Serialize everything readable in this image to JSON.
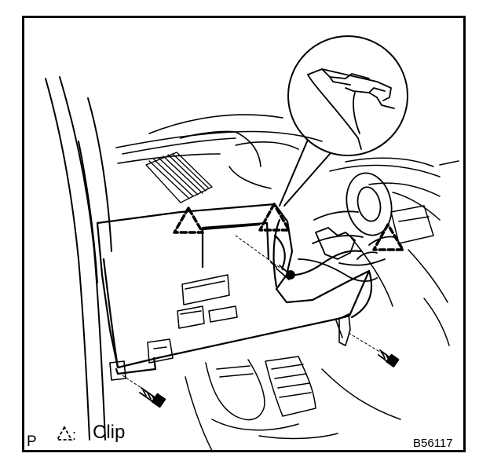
{
  "panel_letter": "P",
  "legend": {
    "separator": ":",
    "text": "Clip"
  },
  "figure_code": "B56117",
  "icons": {
    "clip_marker": "dashed-triangle-icon",
    "bolt": "bolt-icon",
    "detail_view": "magnifier-circle-icon"
  },
  "colors": {
    "ink": "#000000",
    "paper": "#ffffff"
  }
}
